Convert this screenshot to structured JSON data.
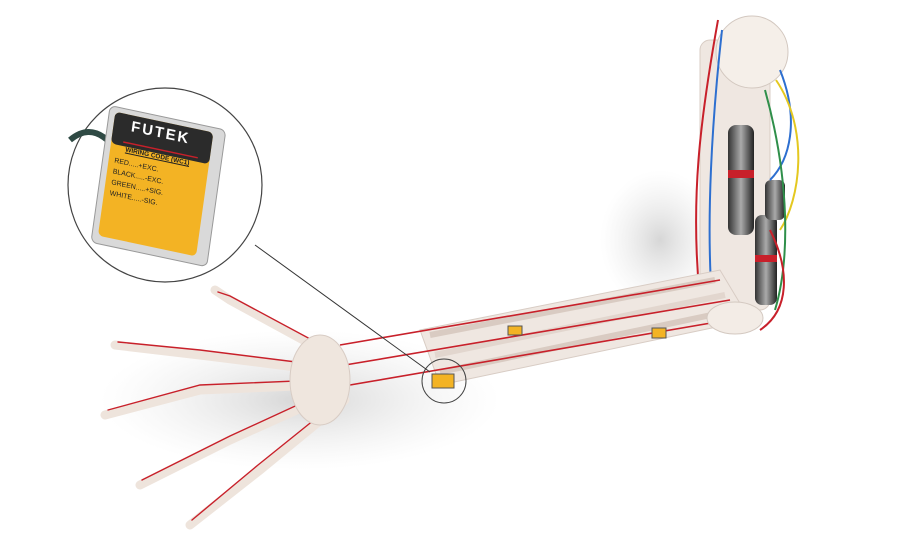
{
  "sensor_label": {
    "brand": "FUTEK",
    "title": "WIRING CODE (WC1)",
    "rows": [
      {
        "wire": "RED",
        "signal": "+EXC."
      },
      {
        "wire": "BLACK",
        "signal": "-EXC."
      },
      {
        "wire": "GREEN",
        "signal": "+SIG."
      },
      {
        "wire": "WHITE",
        "signal": "-SIG."
      }
    ]
  },
  "colors": {
    "label_yellow": "#f3b324",
    "wire_red": "#c8202a",
    "bone": "#f1e9e2",
    "wire_blue": "#2d6fd0",
    "wire_yellow": "#e4c820",
    "wire_green": "#2f8f4a"
  }
}
